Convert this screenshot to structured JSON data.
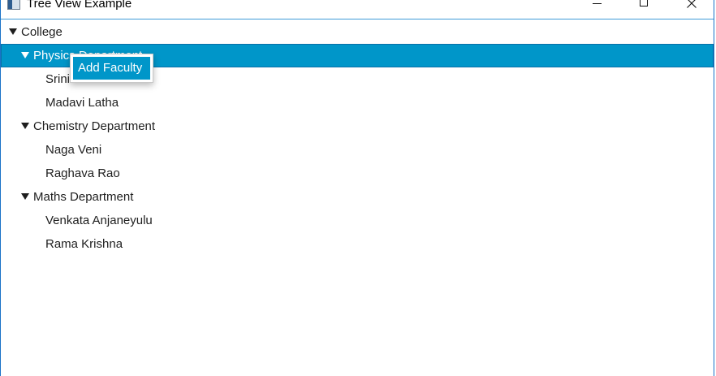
{
  "window": {
    "title": "Tree View Example",
    "minimize_icon": "minimize-icon",
    "maximize_icon": "maximize-icon",
    "close_icon": "close-icon"
  },
  "tree": {
    "root": "College",
    "departments": [
      {
        "label": "Physics Department",
        "selected": true,
        "faculty": [
          "Srinivas",
          "Madavi Latha"
        ]
      },
      {
        "label": "Chemistry Department",
        "selected": false,
        "faculty": [
          "Naga Veni",
          "Raghava Rao"
        ]
      },
      {
        "label": "Maths Department",
        "selected": false,
        "faculty": [
          "Venkata Anjaneyulu",
          "Rama Krishna"
        ]
      }
    ]
  },
  "context_menu": {
    "items": [
      {
        "label": "Add Faculty",
        "highlighted": true
      }
    ]
  },
  "colors": {
    "selection": "#0096c9",
    "window_border": "#1a73c8",
    "text": "#1e1e1e"
  }
}
